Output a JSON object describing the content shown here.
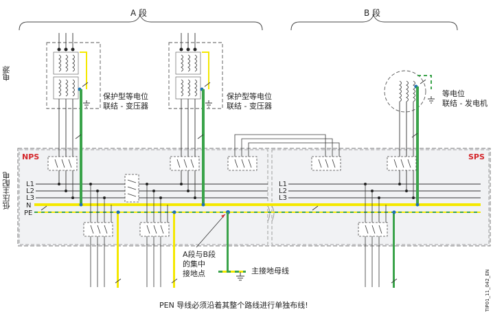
{
  "sections": {
    "a": "A 段",
    "b": "B 段"
  },
  "side_labels": {
    "power_source": "电源",
    "lv_main": "低压主配电"
  },
  "board_labels": {
    "nps": "NPS",
    "sps": "SPS"
  },
  "transformer_label_1": {
    "line1": "保护型等电位",
    "line2": "联结 - 变压器"
  },
  "transformer_label_2": {
    "line1": "保护型等电位",
    "line2": "联结 - 变压器"
  },
  "generator_label": {
    "line1": "等电位",
    "line2": "联结 - 发电机"
  },
  "busbars_left": {
    "l1": "L1",
    "l2": "L2",
    "l3": "L3",
    "n": "N",
    "pe": "PE"
  },
  "busbars_right": {
    "l1": "L1",
    "l2": "L2",
    "l3": "L3"
  },
  "grounding_point": {
    "line1": "A段与B段",
    "line2": "的集中",
    "line3": "接地点"
  },
  "main_ground": "主接地母线",
  "footer_note": "PEN 导线必须沿着其整个路线进行单独布线!",
  "figure_code": "TIP01_11_042_EN",
  "colors": {
    "pe_yellow": "#f4e800",
    "pe_green": "#3aa34a",
    "accent_red": "#d4262b",
    "line": "#333333"
  },
  "icons": [
    "transformer-icon",
    "generator-icon",
    "circuit-breaker-icon",
    "ground-icon"
  ]
}
